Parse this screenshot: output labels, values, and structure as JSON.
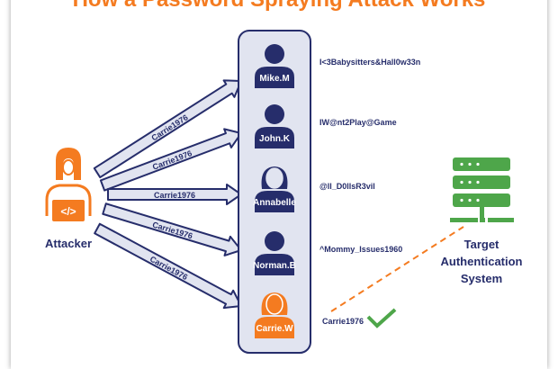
{
  "title": "How a Password Spraying Attack Works",
  "attacker": {
    "label": "Attacker",
    "icon": "hacker-laptop-icon"
  },
  "sprayed_password": "Carrie1976",
  "arrows": [
    {
      "label": "Carrie1976"
    },
    {
      "label": "Carrie1976"
    },
    {
      "label": "Carrie1976"
    },
    {
      "label": "Carrie1976"
    },
    {
      "label": "Carrie1976"
    }
  ],
  "users": [
    {
      "name": "Mike.M",
      "password": "I<3Babysitters&Hall0w33n",
      "icon": "male-user-icon"
    },
    {
      "name": "John.K",
      "password": "IW@nt2Play@Game",
      "icon": "male-user-icon"
    },
    {
      "name": "Annabelle",
      "password": "@ll_D0llsR3vil",
      "icon": "female-user-icon"
    },
    {
      "name": "Norman.B",
      "password": "^Mommy_Issues1960",
      "icon": "male-user-icon"
    },
    {
      "name": "Carrie.W",
      "password": "Carrie1976",
      "icon": "female-user-icon",
      "compromised": true
    }
  ],
  "target": {
    "line1": "Target",
    "line2": "Authentication",
    "line3": "System",
    "icon": "server-icon"
  },
  "success_icon": "checkmark-icon",
  "colors": {
    "navy": "#262d6b",
    "orange": "#f47b20",
    "green": "#4ea64a",
    "panel": "#e1e4f0"
  }
}
